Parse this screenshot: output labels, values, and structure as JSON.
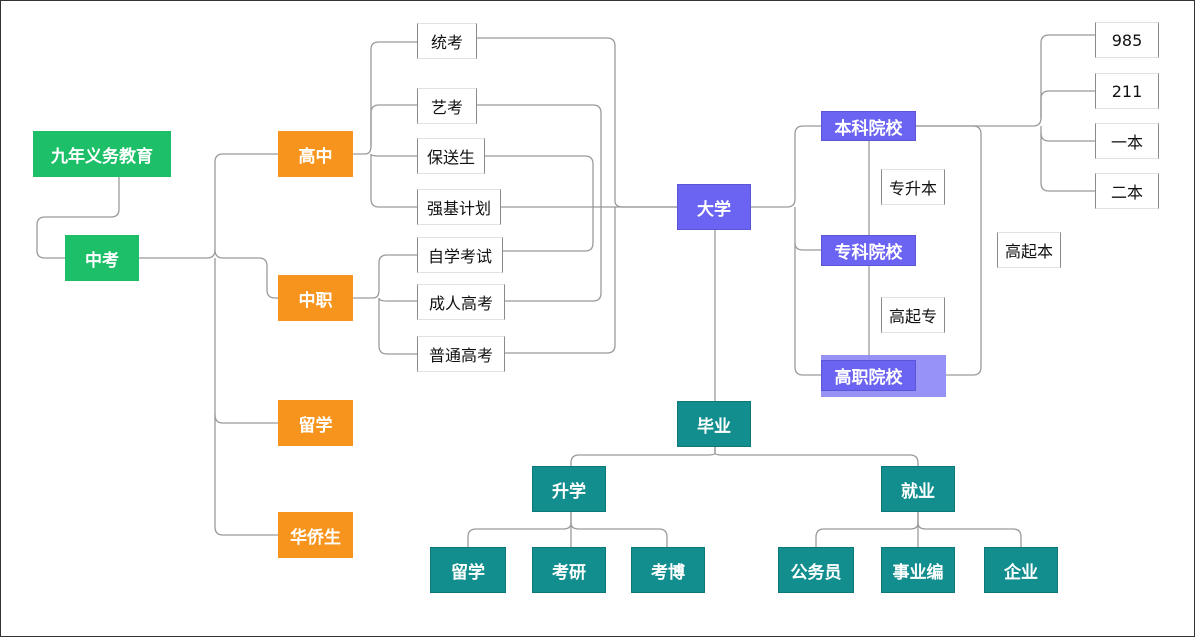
{
  "diagram": {
    "nodes": {
      "compulsory_education": "九年义务教育",
      "zhongkao": "中考",
      "high_school": "高中",
      "vocational_school": "中职",
      "study_abroad_1": "留学",
      "overseas_chinese": "华侨生",
      "unified_exam": "统考",
      "art_exam": "艺考",
      "recommended_admission": "保送生",
      "strong_base_plan": "强基计划",
      "self_study_exam": "自学考试",
      "adult_college_exam": "成人高考",
      "general_college_exam": "普通高考",
      "university": "大学",
      "undergraduate_college": "本科院校",
      "junior_college": "专科院校",
      "vocational_college": "高职院校",
      "zhuan_sheng_ben": "专升本",
      "gao_qi_zhuan": "高起专",
      "gao_qi_ben": "高起本",
      "tier_985": "985",
      "tier_211": "211",
      "tier_first": "一本",
      "tier_second": "二本",
      "graduation": "毕业",
      "further_study": "升学",
      "employment": "就业",
      "study_abroad_2": "留学",
      "master": "考研",
      "doctorate": "考博",
      "civil_servant": "公务员",
      "public_institution": "事业编",
      "enterprise": "企业"
    }
  }
}
